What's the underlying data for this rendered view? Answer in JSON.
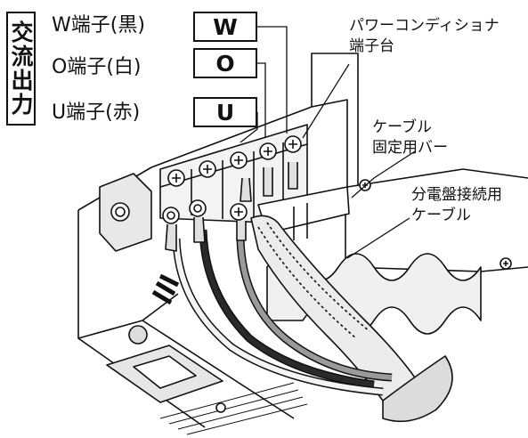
{
  "side_label": "交流出力",
  "terminals": [
    {
      "label": "W端子(黒)",
      "letter": "W"
    },
    {
      "label": "O端子(白)",
      "letter": "O"
    },
    {
      "label": "U端子(赤)",
      "letter": "U"
    }
  ],
  "callouts": {
    "terminal_block": "パワーコンディショナ\n端子台",
    "cable_bar": "ケーブル\n固定用バー",
    "panel_cable": "分電盤接続用\nケーブル"
  },
  "colors": {
    "line": "#111111",
    "wire_black": "#2a2a2a",
    "wire_white": "#f4f4f4",
    "wire_red": "#9a9a9a",
    "metal": "#cfcfcf"
  }
}
